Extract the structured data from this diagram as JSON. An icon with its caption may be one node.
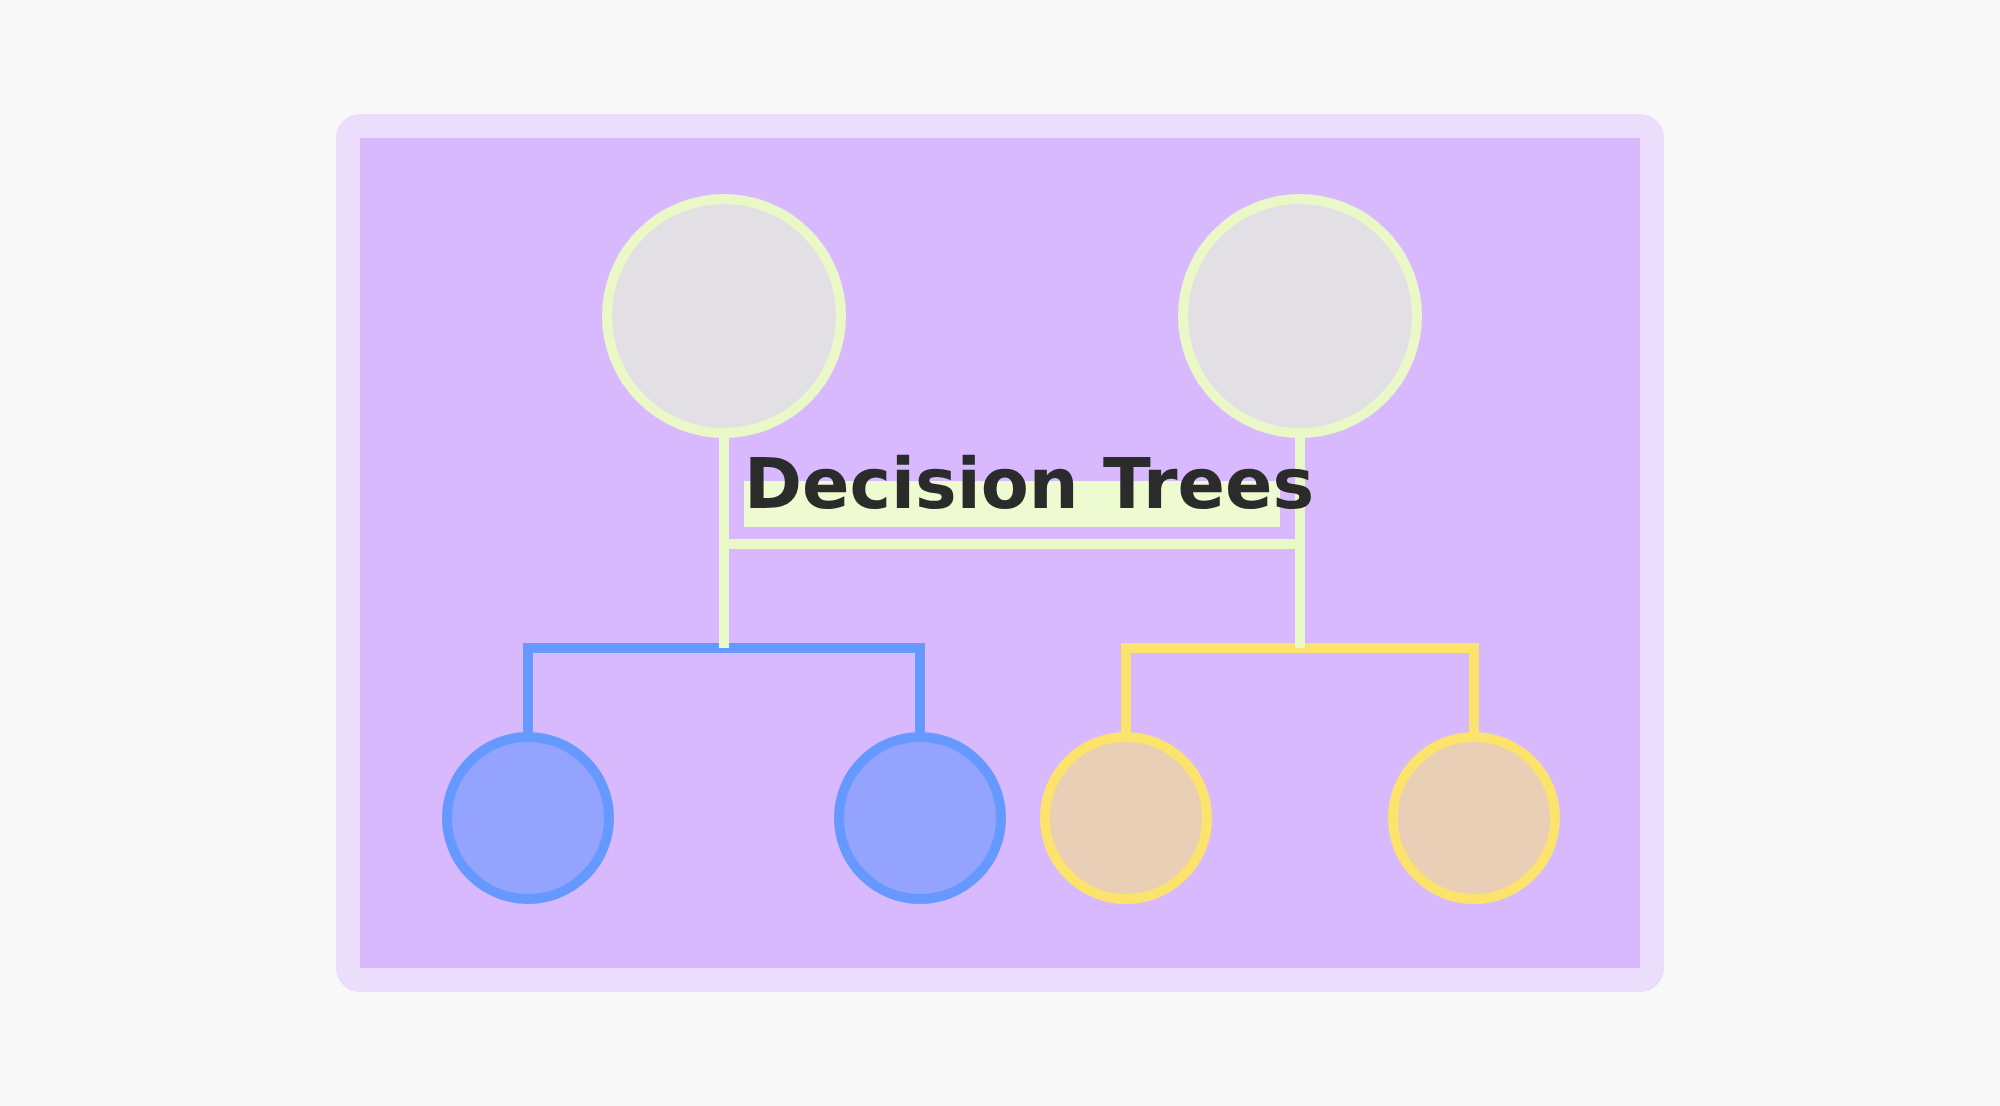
{
  "diagram": {
    "title": "Decision Trees",
    "nodes": [
      {
        "text": [],
        "shape": "circle"
      },
      {
        "text": [],
        "shape": "circle"
      },
      {
        "text": [],
        "shape": "circle"
      },
      {
        "text": [],
        "shape": "circle"
      },
      {
        "text": [],
        "shape": "circle"
      },
      {
        "text": [],
        "shape": "circle"
      }
    ],
    "edges": [
      {
        "from": 0,
        "to": 1,
        "arrow": "none",
        "color": "#eaf8c8"
      },
      {
        "from": 0,
        "to": 2,
        "arrow": "none",
        "color": "#6699ff"
      },
      {
        "from": 0,
        "to": 3,
        "arrow": "none",
        "color": "#6699ff"
      },
      {
        "from": 1,
        "to": 4,
        "arrow": "none",
        "color": "#fce36c"
      },
      {
        "from": 1,
        "to": 5,
        "arrow": "none",
        "color": "#fce36c"
      }
    ]
  }
}
